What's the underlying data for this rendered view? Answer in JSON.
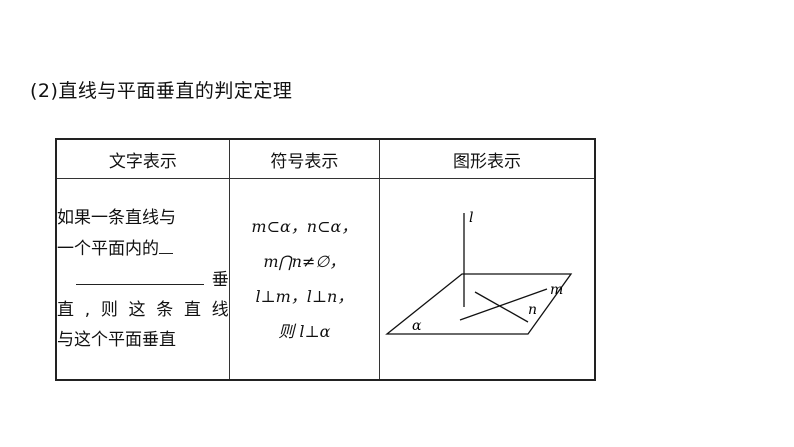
{
  "heading": "(2)直线与平面垂直的判定定理",
  "table": {
    "headers": [
      "文字表示",
      "符号表示",
      "图形表示"
    ],
    "text_lines": {
      "line1": "如果一条直线与",
      "line2": "一个平面内的",
      "line3": "垂",
      "line4": "直,则这条直线",
      "line5": "与这个平面垂直"
    },
    "symbol_lines": [
      "m⊂α，n⊂α，",
      "m⋂n≠∅，",
      "l⊥m，l⊥n，",
      "则 l⊥α"
    ],
    "figure_labels": {
      "line": "l",
      "m": "m",
      "n": "n",
      "plane": "α"
    }
  }
}
